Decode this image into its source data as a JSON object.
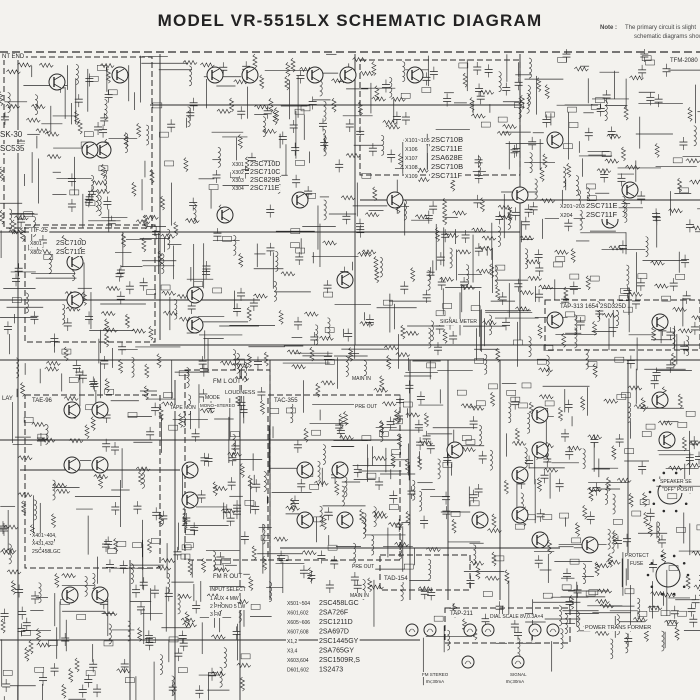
{
  "title": "MODEL VR-5515LX SCHEMATIC DIAGRAM",
  "note": {
    "label": "Note :",
    "line1": "The primary circuit is slight",
    "line2": "schematic diagrams shown on"
  },
  "modules": [
    "NT END",
    "TFM-2080",
    "TIF-25",
    "TAE-96",
    "TAC-355",
    "TAP-211",
    "TAP-313",
    "TAD-154"
  ],
  "transistor_lists": [
    {
      "id": "rf",
      "rows": [
        [
          "X101~105",
          "2SC710B"
        ],
        [
          "X106",
          "2SC711E"
        ],
        [
          "X107",
          "2SA628E"
        ],
        [
          "X108",
          "2SC710B"
        ],
        [
          "X109",
          "2SC711F"
        ]
      ]
    },
    {
      "id": "mpx",
      "rows": [
        [
          "X301",
          "2SC710D"
        ],
        [
          "X302",
          "2SC710C"
        ],
        [
          "X303",
          "2SC829B"
        ],
        [
          "X304",
          "2SC711E"
        ]
      ]
    },
    {
      "id": "det",
      "rows": [
        [
          "X201~203",
          "2SC711E"
        ],
        [
          "X204",
          "2SC711F"
        ]
      ]
    },
    {
      "id": "if",
      "rows": [
        [
          "X801",
          "2SC710D"
        ],
        [
          "X802",
          "2SC711E"
        ]
      ]
    },
    {
      "id": "eq",
      "rows": [
        [
          "X401~404,",
          ""
        ],
        [
          "X431,432",
          ""
        ],
        [
          "2SC458LGC",
          ""
        ]
      ]
    },
    {
      "id": "main",
      "rows": [
        [
          "X501~504",
          "2SC458LGC"
        ],
        [
          "X601,602",
          "2SA726F"
        ],
        [
          "X605~606",
          "2SC1211D"
        ],
        [
          "X607,608",
          "2SA697D"
        ],
        [
          "X1,2",
          "2SC1445GY"
        ],
        [
          "X3,4",
          "2SA765GY"
        ],
        [
          "X603,604",
          "2SC1509R,S"
        ],
        [
          "D601,602",
          "1S2473"
        ]
      ]
    }
  ],
  "labels": {
    "sk30": "SK-30",
    "sc535": "SC535",
    "fm_l_out": "FM L OUT",
    "fm_r_out": "FM R OUT",
    "loudness": "LOUDNESS",
    "mode": "MODE",
    "mode_opts": "MONO~STEREO",
    "tape_mon": "TAPE MON",
    "input_select": "INPUT SELECT",
    "sel1": "1  AUX       4  MW",
    "sel2": "2  PHONO   5  LW",
    "sel3": "3  FM",
    "main_in_1": "MAIN IN",
    "pre_out_1": "PRE OUT",
    "pre_out_2": "PRE OUT",
    "main_in_2": "MAIN IN",
    "fm_meter": "SIGNAL METER",
    "power_amp": "1654  2SD325D",
    "dial_scale": "DIAL SCALE  8V,0.3A×4",
    "power_trans": "POWER TRANS FORMER",
    "fm_stereo": "FM STEREO",
    "fm_stereo_spec": "8V,30mA",
    "signal": "SIGNAL",
    "signal_spec": "8V,30mA",
    "speaker_sel": "SPEAKER SE",
    "off_pos": "\"OFF\" POSITI",
    "protect_fuse": "PROTECT",
    "fuse": "FUSE",
    "relay": "LAY"
  },
  "colors": {
    "paper": "#f3f2ee",
    "ink": "#2b2b2b"
  }
}
